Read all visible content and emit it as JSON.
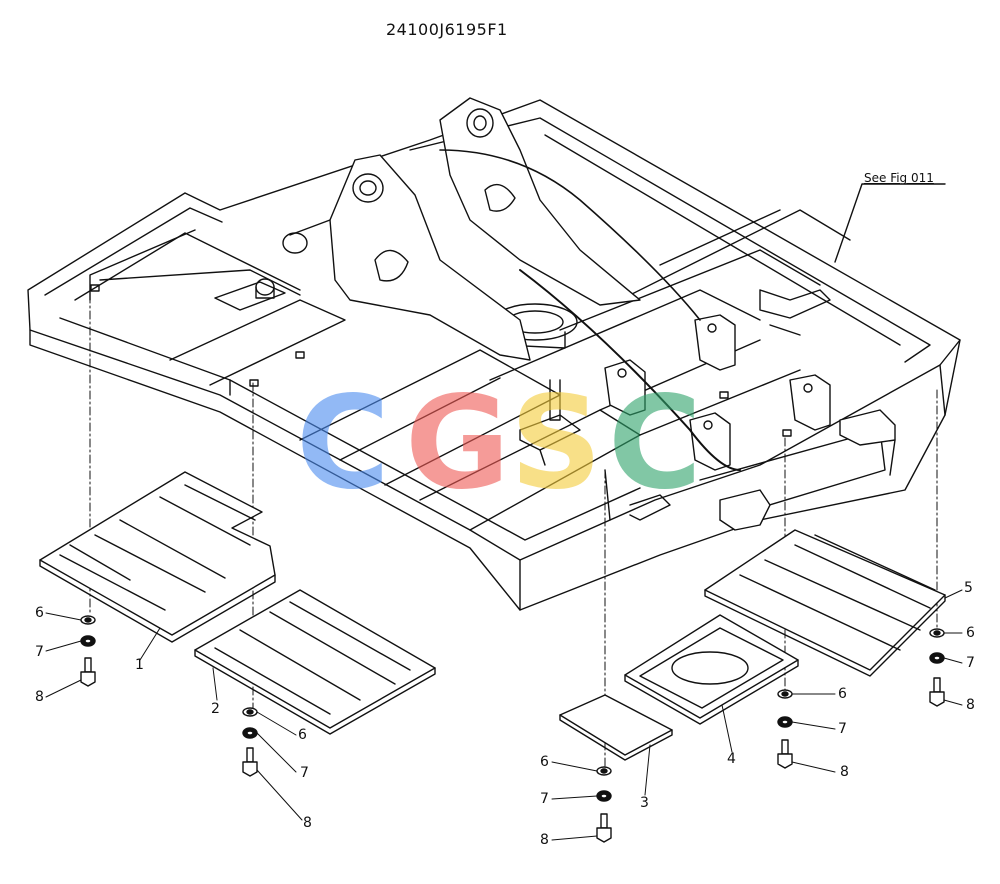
{
  "drawing_number": "24100J6195F1",
  "reference_note": "See Fig 011",
  "watermark": {
    "letters": [
      "C",
      "G",
      "S",
      "C"
    ],
    "colors": [
      "#4a8cf0",
      "#ef5a55",
      "#f5cc3a",
      "#2ea26a"
    ]
  },
  "callouts": [
    {
      "id": "c1",
      "text": "1"
    },
    {
      "id": "c2",
      "text": "2"
    },
    {
      "id": "c3",
      "text": "3"
    },
    {
      "id": "c4",
      "text": "4"
    },
    {
      "id": "c5",
      "text": "5"
    },
    {
      "id": "c6a",
      "text": "6"
    },
    {
      "id": "c7a",
      "text": "7"
    },
    {
      "id": "c8a",
      "text": "8"
    },
    {
      "id": "c6b",
      "text": "6"
    },
    {
      "id": "c7b",
      "text": "7"
    },
    {
      "id": "c8b",
      "text": "8"
    },
    {
      "id": "c6c",
      "text": "6"
    },
    {
      "id": "c7c",
      "text": "7"
    },
    {
      "id": "c8c",
      "text": "8"
    },
    {
      "id": "c6d",
      "text": "6"
    },
    {
      "id": "c7d",
      "text": "7"
    },
    {
      "id": "c8d",
      "text": "8"
    },
    {
      "id": "c6e",
      "text": "6"
    },
    {
      "id": "c7e",
      "text": "7"
    },
    {
      "id": "c8e",
      "text": "8"
    }
  ]
}
